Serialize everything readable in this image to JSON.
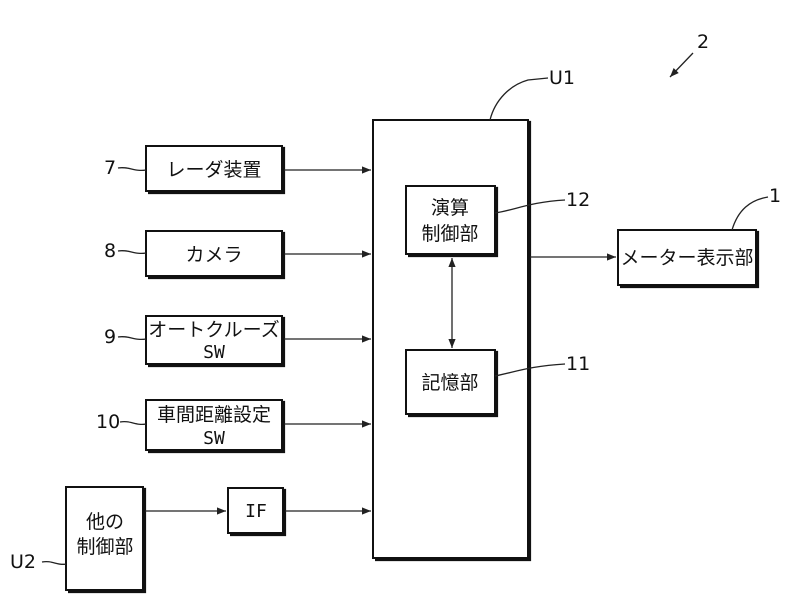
{
  "diagram": {
    "ref_overall": "2",
    "controller": {
      "ref": "U1"
    },
    "blocks": {
      "radar": {
        "label": "レーダ装置",
        "ref": "7"
      },
      "camera": {
        "label": "カメラ",
        "ref": "8"
      },
      "cruise_sw": {
        "label_line1": "オートクルーズ",
        "label_line2": "SW",
        "ref": "9"
      },
      "distance_sw": {
        "label_line1": "車間距離設定",
        "label_line2": "SW",
        "ref": "10"
      },
      "other_ctrl": {
        "label_line1": "他の",
        "label_line2": "制御部",
        "ref": "U2"
      },
      "if_block": {
        "label": "IF"
      },
      "arith": {
        "label_line1": "演算",
        "label_line2": "制御部",
        "ref": "12"
      },
      "memory": {
        "label": "記憶部",
        "ref": "11"
      },
      "meter": {
        "label": "メーター表示部",
        "ref": "1"
      }
    }
  }
}
